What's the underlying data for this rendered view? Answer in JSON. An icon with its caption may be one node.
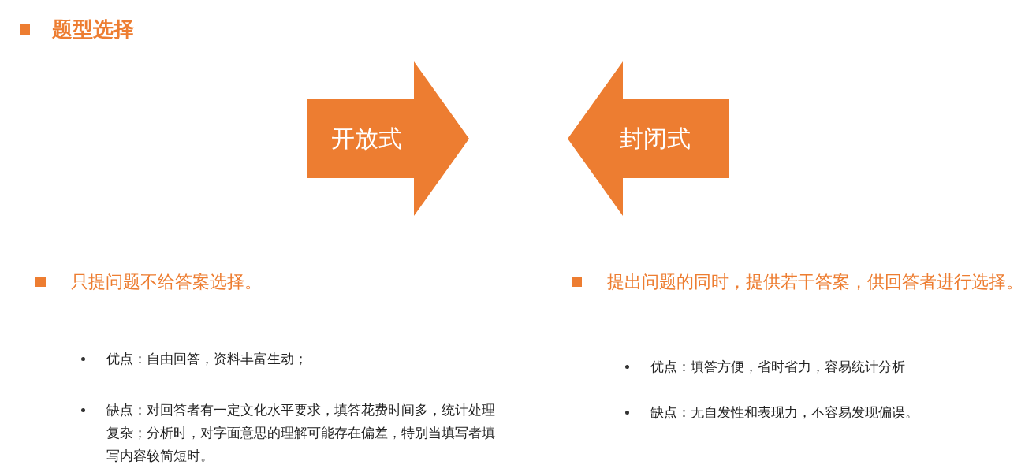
{
  "diagram": {
    "title": "题型选择",
    "nodes": [
      {
        "text": [
          "开放式"
        ]
      },
      {
        "text": [
          "封闭式"
        ]
      }
    ],
    "labels": [
      "只提问题不给答案选择。",
      "优点：自由回答，资料丰富生动；",
      "缺点：对回答者有一定文化水平要求，填答花费时间多，统计处理复杂；分析时，对字面意思的理解可能存在偏差，特别当填写者填写内容较简短时。",
      "提出问题的同时，提供若干答案，供回答者进行选择。",
      "优点：填答方便，省时省力，容易统计分析",
      "缺点：无自发性和表现力，不容易发现偏误。"
    ]
  }
}
